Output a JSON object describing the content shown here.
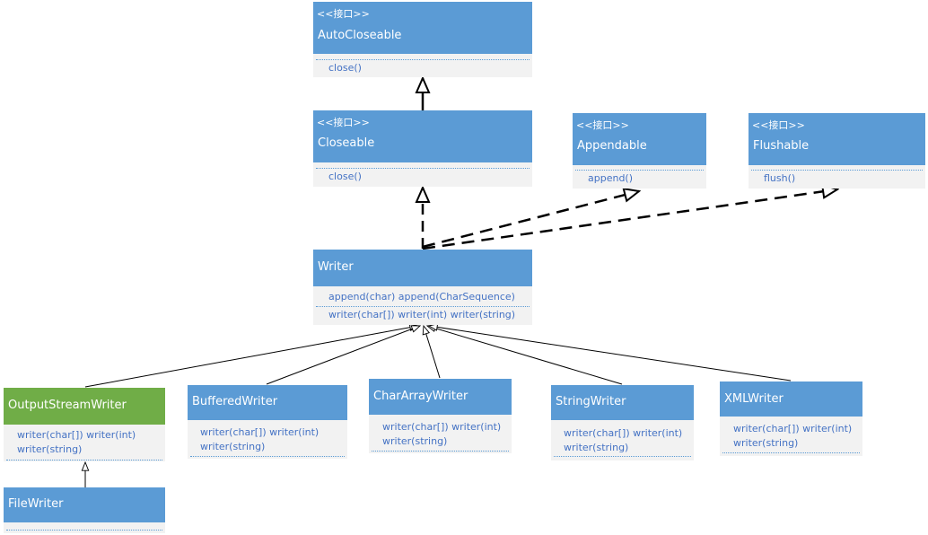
{
  "classes": [
    {
      "id": "autocloseable",
      "stereotype": "<<接口>>",
      "name": "AutoCloseable",
      "methods": [
        "close()"
      ]
    },
    {
      "id": "closeable",
      "stereotype": "<<接口>>",
      "name": "Closeable",
      "methods": [
        "close()"
      ]
    },
    {
      "id": "appendable",
      "stereotype": "<<接口>>",
      "name": "Appendable",
      "methods": [
        "append()"
      ]
    },
    {
      "id": "flushable",
      "stereotype": "<<接口>>",
      "name": "Flushable",
      "methods": [
        "flush()"
      ]
    },
    {
      "id": "writer",
      "stereotype": "",
      "name": "Writer",
      "methods": [
        "append(char) append(CharSequence)",
        "writer(char[]) writer(int) writer(string)"
      ]
    },
    {
      "id": "outputstreamwriter",
      "stereotype": "",
      "name": "OutputStreamWriter",
      "methods": [
        "writer(char[]) writer(int)",
        "writer(string)"
      ]
    },
    {
      "id": "bufferedwriter",
      "stereotype": "",
      "name": "BufferedWriter",
      "methods": [
        "writer(char[]) writer(int)",
        "writer(string)"
      ]
    },
    {
      "id": "chararraywriter",
      "stereotype": "",
      "name": "CharArrayWriter",
      "methods": [
        "writer(char[]) writer(int)",
        "writer(string)"
      ]
    },
    {
      "id": "stringwriter",
      "stereotype": "",
      "name": "StringWriter",
      "methods": [
        "writer(char[]) writer(int)",
        "writer(string)"
      ]
    },
    {
      "id": "xmlwriter",
      "stereotype": "",
      "name": "XMLWriter",
      "methods": [
        "writer(char[]) writer(int)",
        "writer(string)"
      ]
    },
    {
      "id": "filewriter",
      "stereotype": "",
      "name": "FileWriter",
      "methods": []
    }
  ],
  "colors": {
    "header": "#5b9bd5",
    "highlight_header": "#70ad47",
    "body": "#f2f2f2",
    "method_text": "#4472c4"
  }
}
